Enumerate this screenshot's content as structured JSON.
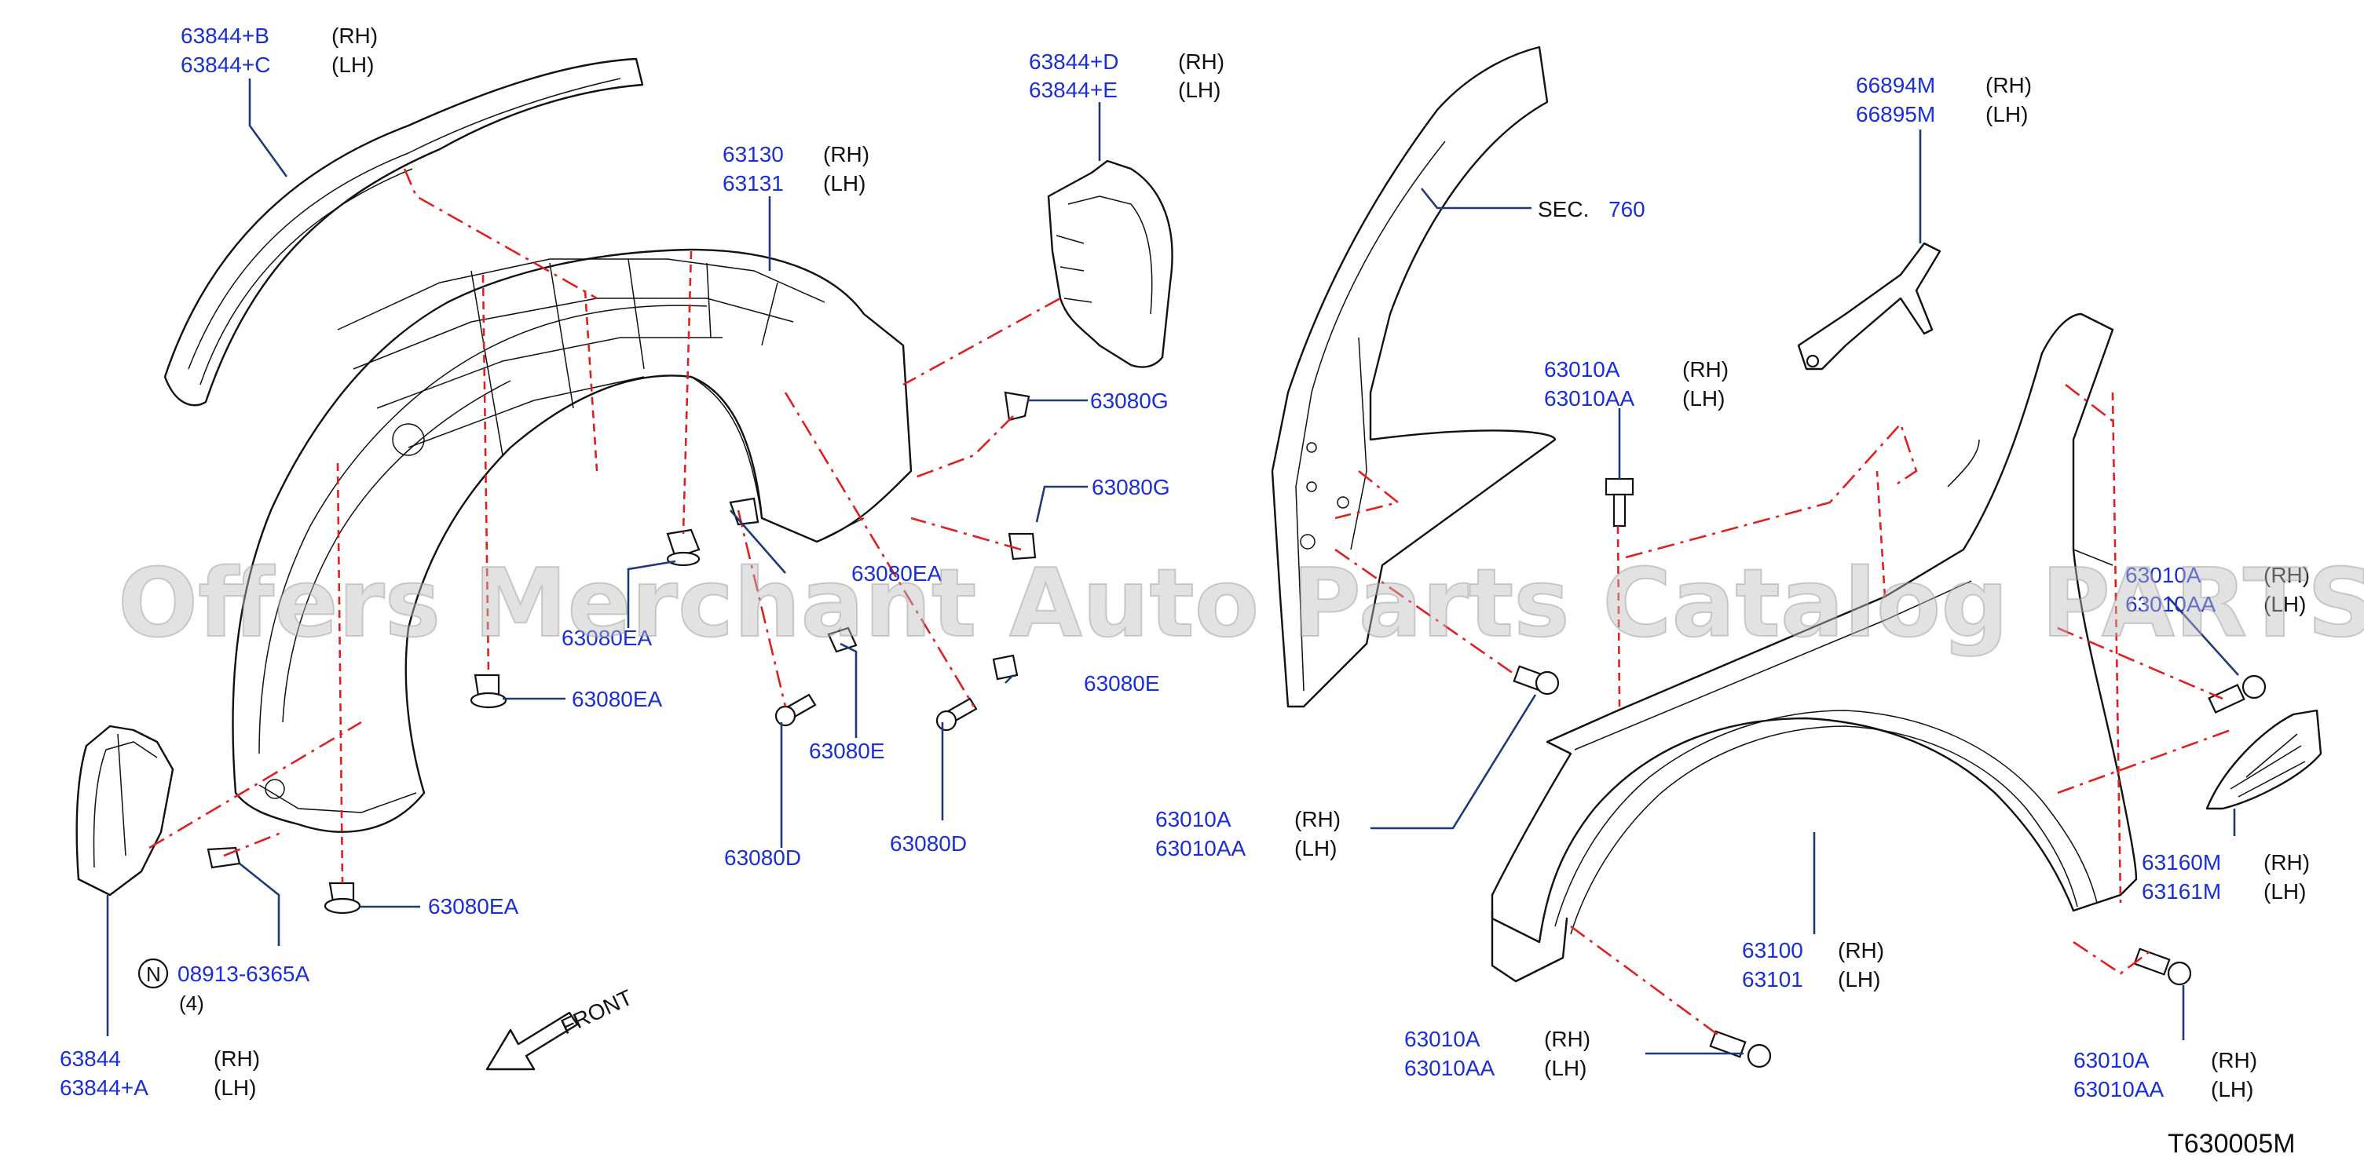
{
  "colors": {
    "label": "#1a2fd6",
    "leader": "#1f3a78",
    "guide": "#e02020",
    "outline": "#111111"
  },
  "watermark": "Offers Merchant Auto Parts Catalog PARTSTORE.SA",
  "front_label": "FRONT",
  "diagram_code": "T630005M",
  "sec_label": {
    "prefix": "SEC.",
    "number": "760"
  },
  "n_note": {
    "symbol": "N",
    "part": "08913-6365A",
    "qty": "(4)"
  },
  "callouts": [
    {
      "id": "c1",
      "lines": [
        {
          "part": "63844+B",
          "side": "(RH)"
        },
        {
          "part": "63844+C",
          "side": "(LH)"
        }
      ]
    },
    {
      "id": "c2",
      "lines": [
        {
          "part": "63844+D",
          "side": "(RH)"
        },
        {
          "part": "63844+E",
          "side": "(LH)"
        }
      ]
    },
    {
      "id": "c3",
      "lines": [
        {
          "part": "63130",
          "side": "(RH)"
        },
        {
          "part": "63131",
          "side": "(LH)"
        }
      ]
    },
    {
      "id": "c4",
      "lines": [
        {
          "part": "63080G",
          "side": ""
        }
      ]
    },
    {
      "id": "c5",
      "lines": [
        {
          "part": "63080G",
          "side": ""
        }
      ]
    },
    {
      "id": "c6",
      "lines": [
        {
          "part": "63080EA",
          "side": ""
        }
      ]
    },
    {
      "id": "c7",
      "lines": [
        {
          "part": "63080EA",
          "side": ""
        }
      ]
    },
    {
      "id": "c8",
      "lines": [
        {
          "part": "63080EA",
          "side": ""
        }
      ]
    },
    {
      "id": "c9",
      "lines": [
        {
          "part": "63080E",
          "side": ""
        }
      ]
    },
    {
      "id": "c10",
      "lines": [
        {
          "part": "63080E",
          "side": ""
        }
      ]
    },
    {
      "id": "c11",
      "lines": [
        {
          "part": "63080D",
          "side": ""
        }
      ]
    },
    {
      "id": "c12",
      "lines": [
        {
          "part": "63080D",
          "side": ""
        }
      ]
    },
    {
      "id": "c13",
      "lines": [
        {
          "part": "63080EA",
          "side": ""
        }
      ]
    },
    {
      "id": "c14",
      "lines": [
        {
          "part": "63844",
          "side": "(RH)"
        },
        {
          "part": "63844+A",
          "side": "(LH)"
        }
      ]
    },
    {
      "id": "c15",
      "lines": [
        {
          "part": "66894M",
          "side": "(RH)"
        },
        {
          "part": "66895M",
          "side": "(LH)"
        }
      ]
    },
    {
      "id": "c16",
      "lines": [
        {
          "part": "63010A",
          "side": "(RH)"
        },
        {
          "part": "63010AA",
          "side": "(LH)"
        }
      ]
    },
    {
      "id": "c17",
      "lines": [
        {
          "part": "63010A",
          "side": "(RH)"
        },
        {
          "part": "63010AA",
          "side": "(LH)"
        }
      ]
    },
    {
      "id": "c18",
      "lines": [
        {
          "part": "63010A",
          "side": "(RH)"
        },
        {
          "part": "63010AA",
          "side": "(LH)"
        }
      ]
    },
    {
      "id": "c19",
      "lines": [
        {
          "part": "63010A",
          "side": "(RH)"
        },
        {
          "part": "63010AA",
          "side": "(LH)"
        }
      ]
    },
    {
      "id": "c20",
      "lines": [
        {
          "part": "63010A",
          "side": "(RH)"
        },
        {
          "part": "63010AA",
          "side": "(LH)"
        }
      ]
    },
    {
      "id": "c21",
      "lines": [
        {
          "part": "63100",
          "side": "(RH)"
        },
        {
          "part": "63101",
          "side": "(LH)"
        }
      ]
    },
    {
      "id": "c22",
      "lines": [
        {
          "part": "63160M",
          "side": "(RH)"
        },
        {
          "part": "63161M",
          "side": "(LH)"
        }
      ]
    }
  ]
}
